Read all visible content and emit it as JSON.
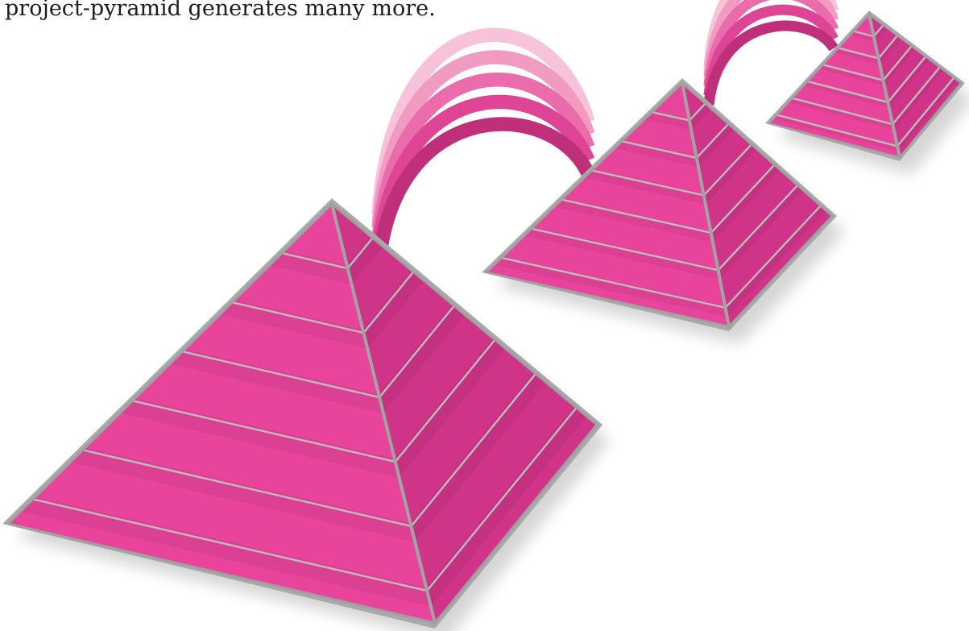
{
  "caption": {
    "text": "project-pyramid generates many more."
  },
  "colors": {
    "pyramid_face": "#e8449b",
    "pyramid_shade": "#cf3488",
    "pyramid_rim": "#a9a9a9",
    "course_lines": "#bdbdbd",
    "arc_bands": [
      "#f6c3da",
      "#f19bc3",
      "#ea6cab",
      "#df4595",
      "#bf2f7a"
    ]
  },
  "diagram": {
    "pyramid_count": 3,
    "courses_per_face": 6,
    "connectors": 2
  }
}
